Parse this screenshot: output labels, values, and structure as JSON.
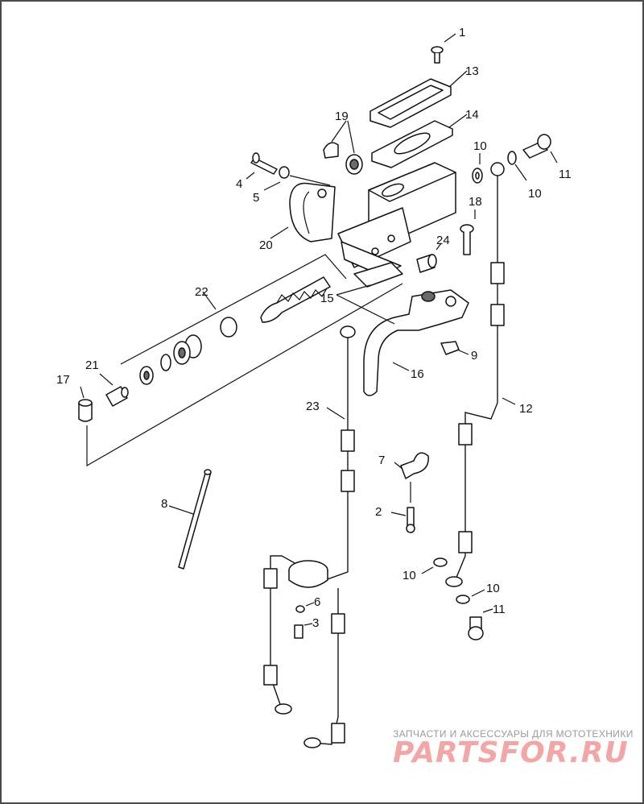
{
  "diagram": {
    "callouts": [
      "1",
      "13",
      "14",
      "19",
      "10",
      "11",
      "4",
      "5",
      "10",
      "18",
      "20",
      "24",
      "22",
      "15",
      "9",
      "16",
      "21",
      "17",
      "23",
      "12",
      "7",
      "2",
      "8",
      "10",
      "10",
      "6",
      "11",
      "3"
    ]
  },
  "watermark": {
    "caption": "ЗАПЧАСТИ И АКСЕССУАРЫ ДЛЯ МОТОТЕХНИКИ",
    "brand": "PARTSFOR.RU"
  }
}
